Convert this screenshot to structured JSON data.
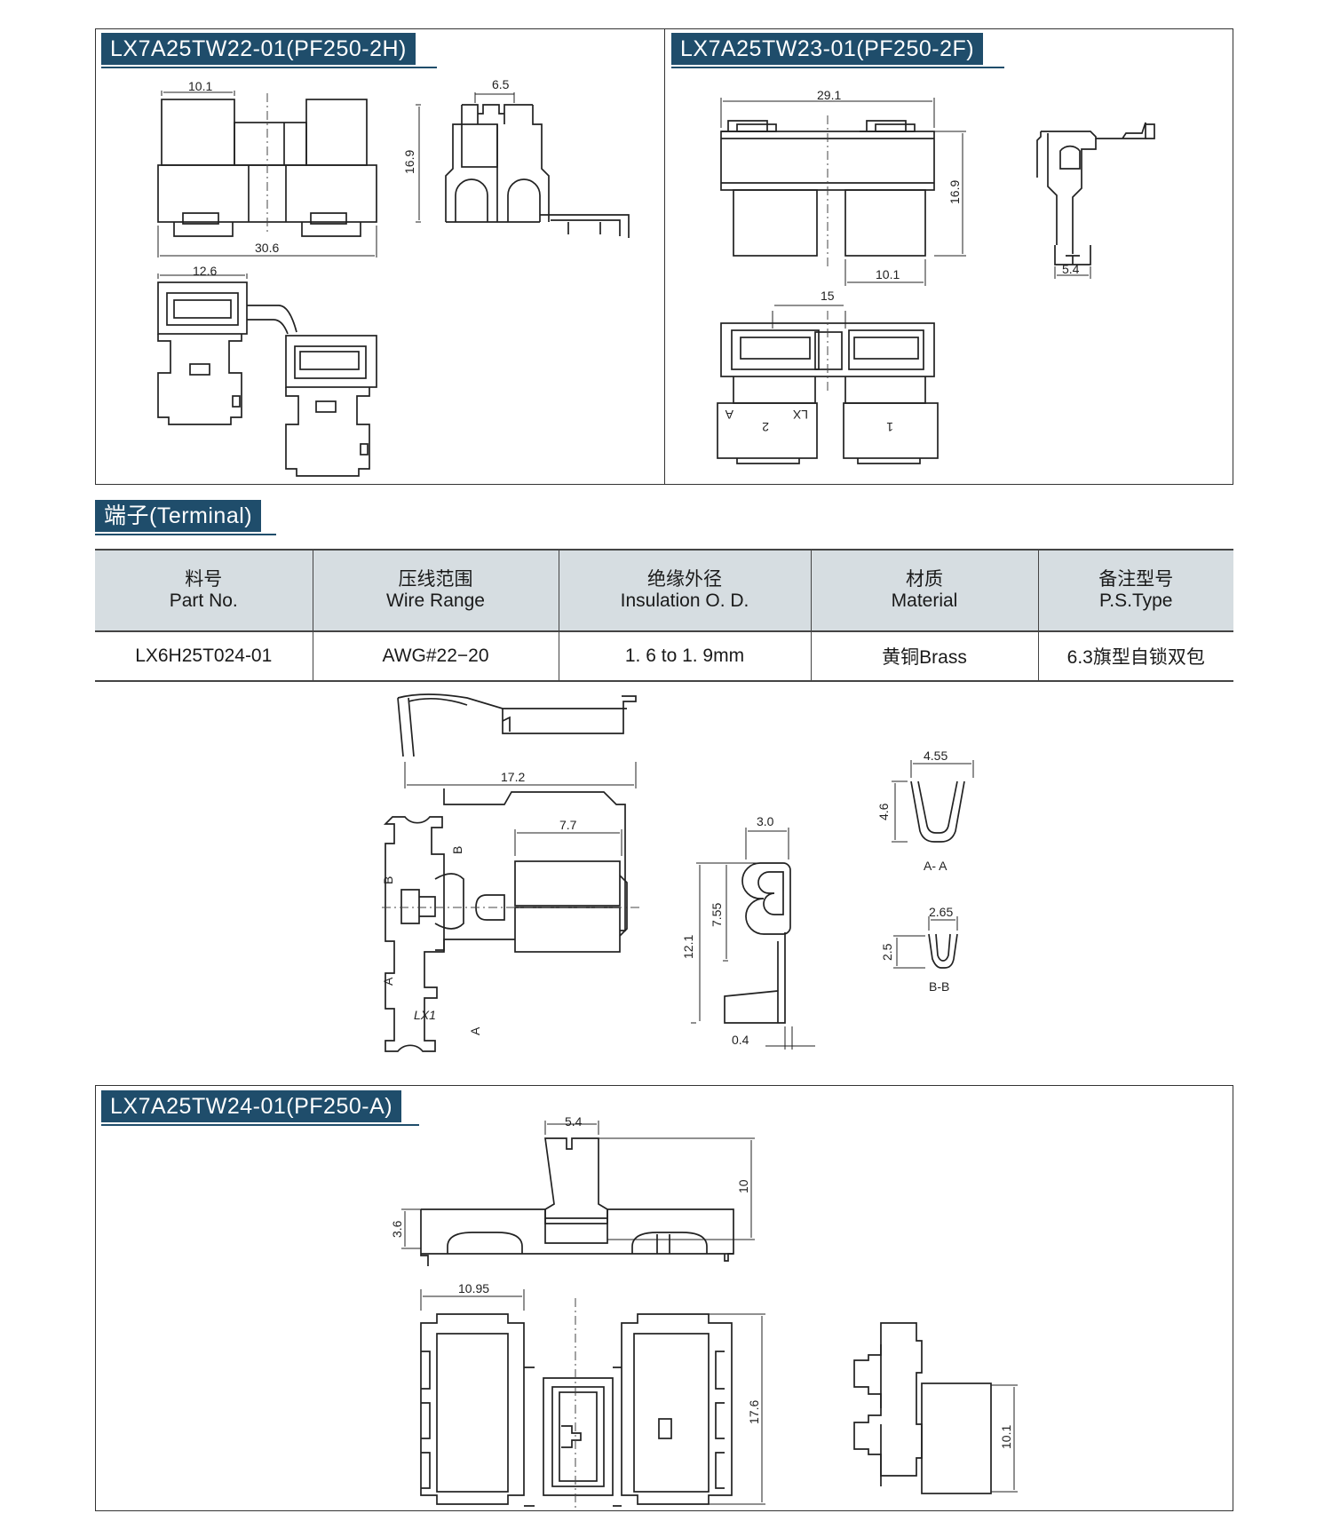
{
  "panels": {
    "tw22": {
      "title": "LX7A25TW22-01(PF250-2H)"
    },
    "tw23": {
      "title": "LX7A25TW23-01(PF250-2F)"
    },
    "terminal": {
      "title": "端子(Terminal)"
    },
    "tw24": {
      "title": "LX7A25TW24-01(PF250-A)"
    }
  },
  "table": {
    "headers": [
      {
        "zh": "料号",
        "en": "Part No."
      },
      {
        "zh": "压线范围",
        "en": "Wire Range"
      },
      {
        "zh": "绝缘外径",
        "en": "Insulation O. D."
      },
      {
        "zh": "材质",
        "en": "Material"
      },
      {
        "zh": "备注型号",
        "en": "P.S.Type"
      }
    ],
    "rows": [
      [
        "LX6H25T024-01",
        "AWG#22−20",
        "1. 6  to  1. 9mm",
        "黄铜Brass",
        "6.3旗型自锁双包"
      ]
    ]
  },
  "dims": {
    "tw22": {
      "d1": "10.1",
      "d2": "6.5",
      "d3": "16.9",
      "d4": "30.6",
      "d5": "12.6"
    },
    "tw23": {
      "d1": "29.1",
      "d2": "16.9",
      "d3": "10.1",
      "d4": "5.4",
      "d5": "15",
      "m1": "A",
      "m2": "2",
      "m3": "LX",
      "m4": "1"
    },
    "terminal": {
      "d1": "17.2",
      "d2": "7.7",
      "d3": "3.0",
      "d4": "12.1",
      "d5": "7.55",
      "d6": "0.4",
      "d7": "4.55",
      "d8": "4.6",
      "d9": "2.65",
      "d10": "2.5",
      "s1": "A- A",
      "s2": "B-B",
      "m1": "B",
      "m2": "B",
      "m3": "A",
      "m4": "A",
      "m5": "LX1"
    },
    "tw24": {
      "d1": "5.4",
      "d2": "10",
      "d3": "3.6",
      "d4": "10.95",
      "d5": "17.6",
      "d6": "10.1"
    }
  },
  "colors": {
    "tag_bg": "#1f4d6b",
    "header_bg": "#d6dde1",
    "line": "#222222"
  }
}
